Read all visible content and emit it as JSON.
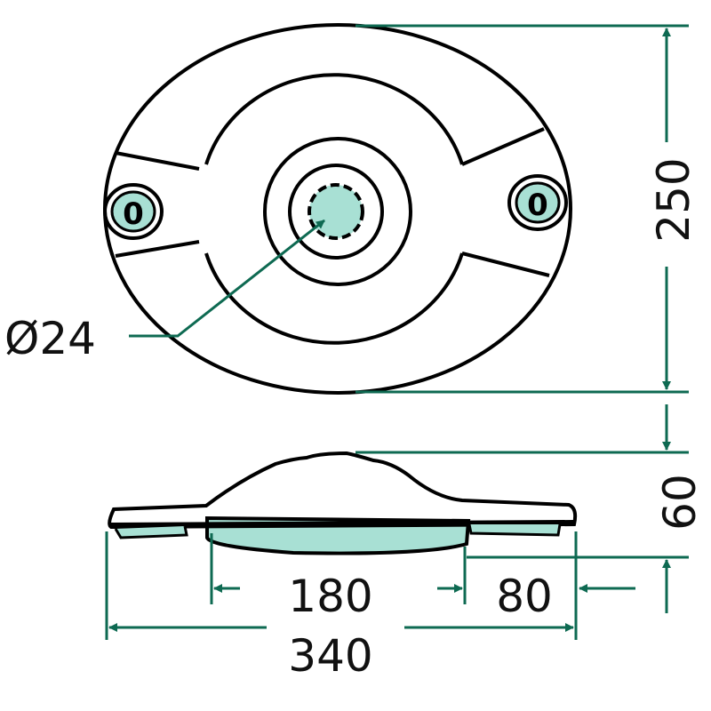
{
  "dimensions": {
    "height_top": "250",
    "height_side": "60",
    "bore_diameter": "Ø24",
    "inner_width": "180",
    "offset": "80",
    "total_width": "340"
  },
  "bolt_label": "0",
  "colors": {
    "dimension_line": "#0e6a52",
    "fill": "#a8e0d4",
    "outline": "#000000"
  }
}
